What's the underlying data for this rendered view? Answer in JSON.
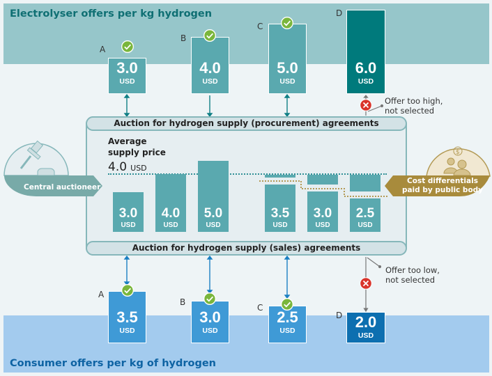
{
  "top": {
    "title": "Electrolyser offers per kg hydrogen",
    "offers": [
      {
        "letter": "A",
        "value": "3.0",
        "unit": "USD",
        "selected": true
      },
      {
        "letter": "B",
        "value": "4.0",
        "unit": "USD",
        "selected": true
      },
      {
        "letter": "C",
        "value": "5.0",
        "unit": "USD",
        "selected": true
      },
      {
        "letter": "D",
        "value": "6.0",
        "unit": "USD",
        "selected": false
      }
    ],
    "rejection_note_1": "Offer too high,",
    "rejection_note_2": "not selected"
  },
  "procurement_label": "Auction for hydrogen supply (procurement) agreements",
  "sales_label": "Auction for hydrogen supply (sales) agreements",
  "average": {
    "label_1": "Average",
    "label_2": "supply price",
    "value": "4.0",
    "unit": "USD"
  },
  "supply_bars": [
    {
      "value": "3.0",
      "unit": "USD"
    },
    {
      "value": "4.0",
      "unit": "USD"
    },
    {
      "value": "5.0",
      "unit": "USD"
    }
  ],
  "demand_bars": [
    {
      "value": "3.5",
      "unit": "USD"
    },
    {
      "value": "3.0",
      "unit": "USD"
    },
    {
      "value": "2.5",
      "unit": "USD"
    }
  ],
  "auctioneer": {
    "label": "Central auctioneer"
  },
  "public_body": {
    "label_1": "Cost differentials",
    "label_2": "paid by public body"
  },
  "bottom": {
    "title": "Consumer offers per kg of hydrogen",
    "offers": [
      {
        "letter": "A",
        "value": "3.5",
        "unit": "USD",
        "selected": true
      },
      {
        "letter": "B",
        "value": "3.0",
        "unit": "USD",
        "selected": true
      },
      {
        "letter": "C",
        "value": "2.5",
        "unit": "USD",
        "selected": true
      },
      {
        "letter": "D",
        "value": "2.0",
        "unit": "USD",
        "selected": false
      }
    ],
    "rejection_note_1": "Offer too low,",
    "rejection_note_2": "not selected"
  },
  "colors": {
    "teal": "#5aa9af",
    "dark_teal": "#007a7c",
    "blue": "#3f9ad6",
    "dark_blue": "#0d6fb0",
    "gold": "#a88b3c",
    "check": "#7ab63c",
    "reject": "#d9342b"
  }
}
